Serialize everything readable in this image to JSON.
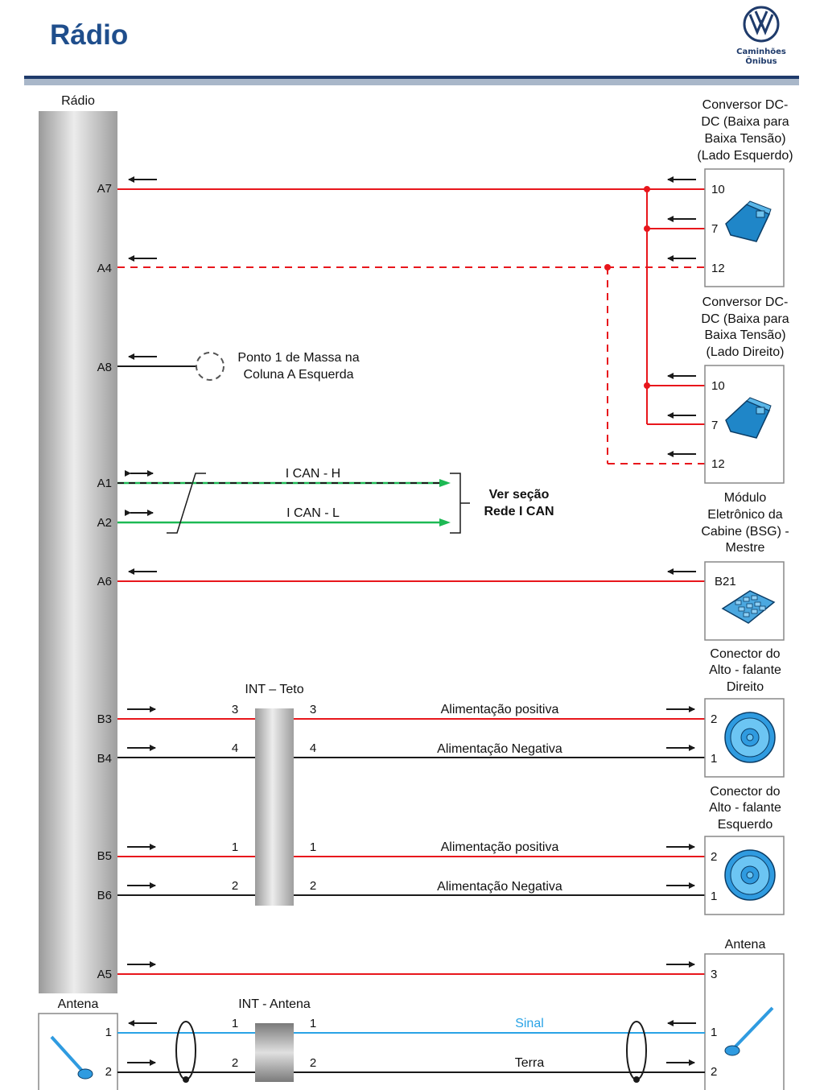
{
  "header": {
    "title": "Rádio",
    "logo_line1": "Caminhões",
    "logo_line2": "Ônibus"
  },
  "radio": {
    "label": "Rádio",
    "pins": {
      "a7": "A7",
      "a4": "A4",
      "a8": "A8",
      "a1": "A1",
      "a2": "A2",
      "a6": "A6",
      "b3": "B3",
      "b4": "B4",
      "b5": "B5",
      "b6": "B6",
      "a5": "A5"
    }
  },
  "converter_left": {
    "label_lines": [
      "Conversor DC-",
      "DC (Baixa para",
      "Baixa Tensão)",
      "(Lado Esquerdo)"
    ],
    "pins": [
      "10",
      "7",
      "12"
    ]
  },
  "converter_right": {
    "label_lines": [
      "Conversor DC-",
      "DC (Baixa para",
      "Baixa Tensão)",
      "(Lado Direito)"
    ],
    "pins": [
      "10",
      "7",
      "12"
    ]
  },
  "ground": {
    "label_lines": [
      "Ponto 1 de Massa na",
      "Coluna A Esquerda"
    ]
  },
  "can": {
    "h_label": "I CAN - H",
    "l_label": "I CAN - L",
    "ref_lines": [
      "Ver seção",
      "Rede I CAN"
    ]
  },
  "bsg": {
    "label_lines": [
      "Módulo",
      "Eletrônico da",
      "Cabine (BSG) -",
      "Mestre"
    ],
    "pin": "B21"
  },
  "speaker_right": {
    "label_lines": [
      "Conector do",
      "Alto - falante",
      "Direito"
    ],
    "pins": [
      "2",
      "1"
    ]
  },
  "speaker_left": {
    "label_lines": [
      "Conector do",
      "Alto - falante",
      "Esquerdo"
    ],
    "pins": [
      "2",
      "1"
    ]
  },
  "int_teto": {
    "label": "INT – Teto",
    "pins_left": [
      "3",
      "4",
      "1",
      "2"
    ],
    "pins_right": [
      "3",
      "4",
      "1",
      "2"
    ]
  },
  "wires": {
    "pos": "Alimentação positiva",
    "neg": "Alimentação Negativa",
    "sinal": "Sinal",
    "terra": "Terra"
  },
  "antenna_right": {
    "label": "Antena",
    "pins": [
      "3",
      "1",
      "2"
    ]
  },
  "antenna_left": {
    "label": "Antena",
    "pins": [
      "1",
      "2"
    ]
  },
  "int_antena": {
    "label": "INT - Antena",
    "pins_left": [
      "1",
      "2"
    ],
    "pins_right": [
      "1",
      "2"
    ]
  },
  "colors": {
    "red": "#e8161c",
    "black": "#1a1a1a",
    "green": "#1db954",
    "blue": "#29a3e6",
    "title": "#1f4e8c"
  }
}
